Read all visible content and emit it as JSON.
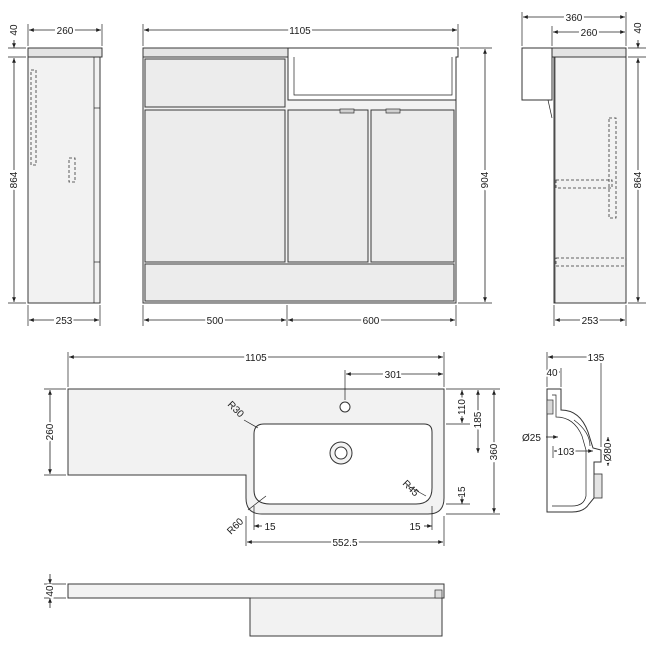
{
  "front": {
    "width_top": "1105",
    "width_left": "500",
    "width_right": "600",
    "height_total": "904"
  },
  "left_side": {
    "top_depth": "260",
    "top_thickness": "40",
    "height": "864",
    "bottom_depth": "253"
  },
  "right_side": {
    "top_depth": "360",
    "inner_depth": "260",
    "top_thickness": "40",
    "height": "864",
    "bottom_depth": "253"
  },
  "plan": {
    "width": "1105",
    "tap_offset": "301",
    "depth_left": "260",
    "tap_to_bowl": "110",
    "bowl_front": "185",
    "depth_total": "360",
    "radius_top": "R30",
    "radius_bowl": "R45",
    "radius_corner": "R60",
    "rim": "15",
    "rim_left": "15",
    "rim_right": "15",
    "bowl_width": "552.5"
  },
  "section": {
    "depth": "135",
    "rim_width": "40",
    "waste_diameter": "Ø25",
    "outlet_depth": "103",
    "outlet_diameter": "Ø80"
  },
  "bottom": {
    "thickness": "40"
  }
}
